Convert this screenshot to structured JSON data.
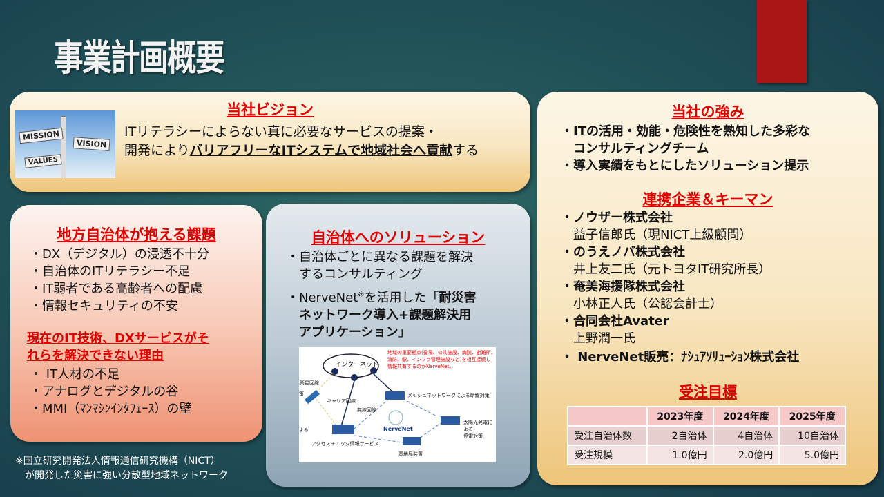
{
  "title": "事業計画概要",
  "vision": {
    "heading": "当社ビジョン",
    "line1": "ITリテラシーによらない真に必要なサービスの提案・",
    "line2_pre": "開発により",
    "line2_bold": "バリアフリーなITシステムで地域社会へ貢献",
    "line2_post": "する",
    "image_signs": [
      "MISSION",
      "VISION",
      "VALUES"
    ]
  },
  "problems": {
    "heading": "地方自治体が抱える課題",
    "items": [
      "・DX（デジタル）の浸透不十分",
      "・自治体のITリテラシー不足",
      "・IT弱者である高齢者への配慮",
      "・情報セキュリティの不安"
    ],
    "heading2_l1": "現在のIT技術、DXサービスがそ",
    "heading2_l2": "れらを解決できない理由",
    "items2": [
      "・ IT人材の不足",
      "・アナログとデジタルの谷",
      "・MMI（ﾏﾝﾏｼﾝｲﾝﾀﾌｪｰｽ）の壁"
    ]
  },
  "solution": {
    "heading": "自治体へのソリューション",
    "item1_l1": "・自治体ごとに異なる課題を解決",
    "item1_l2": "するコンサルティング",
    "item2_pre": "・NerveNet",
    "item2_sup": "※",
    "item2_mid": "を活用した「",
    "item2_bold1": "耐災害",
    "item2_bold2": "ネットワーク導入+課題解決用",
    "item2_bold3": "アプリケーション",
    "item2_end": "」"
  },
  "diagram": {
    "internet": "インターネット",
    "note": [
      "地域の重要拠点(役場、公共施設、病院、避難所、",
      "消防、駅、インフラ管理施設など)を相互接続し",
      "情報共有するのがNerveNet。"
    ],
    "satellite": "衛星回線",
    "carrier": "キャリア回線",
    "wireless": "無線回線",
    "mesh": "メッシュネットワークによる断線対策",
    "solar": [
      "太陽光発電による",
      "停電対策"
    ],
    "access": "アクセス＋エッジ情報サービス",
    "base": "基地局装置",
    "logo": "NerveNet",
    "cut_left1": "策",
    "cut_left2": "よる"
  },
  "strengths": {
    "heading": "当社の強み",
    "item1_l1": "・ITの活用・効能・危険性を熟知した多彩な",
    "item1_l2": "コンサルティングチーム",
    "item2": "・導入実績をもとにしたソリューション提示",
    "partners_heading": "連携企業＆キーマン",
    "partners": [
      {
        "company": "・ノウザー株式会社",
        "person": "益子信郎氏（現NICT上級顧問）"
      },
      {
        "company": "・のうえノバ株式会社",
        "person": "井上友二氏（元トヨタIT研究所長）"
      },
      {
        "company": "・奄美海援隊株式会社",
        "person": "小林正人氏（公認会計士）"
      },
      {
        "company": "・合同会社Avater",
        "person": "上野潤一氏"
      }
    ],
    "sales": "・ NerveNet販売：ﾅｼｭｱｿﾘｭｰｼｮﾝ株式会社"
  },
  "targets": {
    "heading": "受注目標",
    "columns": [
      "",
      "2023年度",
      "2024年度",
      "2025年度"
    ],
    "rows": [
      [
        "受注自治体数",
        "2自治体",
        "4自治体",
        "10自治体"
      ],
      [
        "受注規模",
        "1.0億円",
        "2.0億円",
        "5.0億円"
      ]
    ]
  },
  "footnote": [
    "※国立研究開発法人情報通信研究機構（NICT）",
    "　が開発した災害に強い分散型地域ネットワーク"
  ],
  "colors": {
    "accent_red": "#e00000",
    "bar_red": "#a81616"
  }
}
